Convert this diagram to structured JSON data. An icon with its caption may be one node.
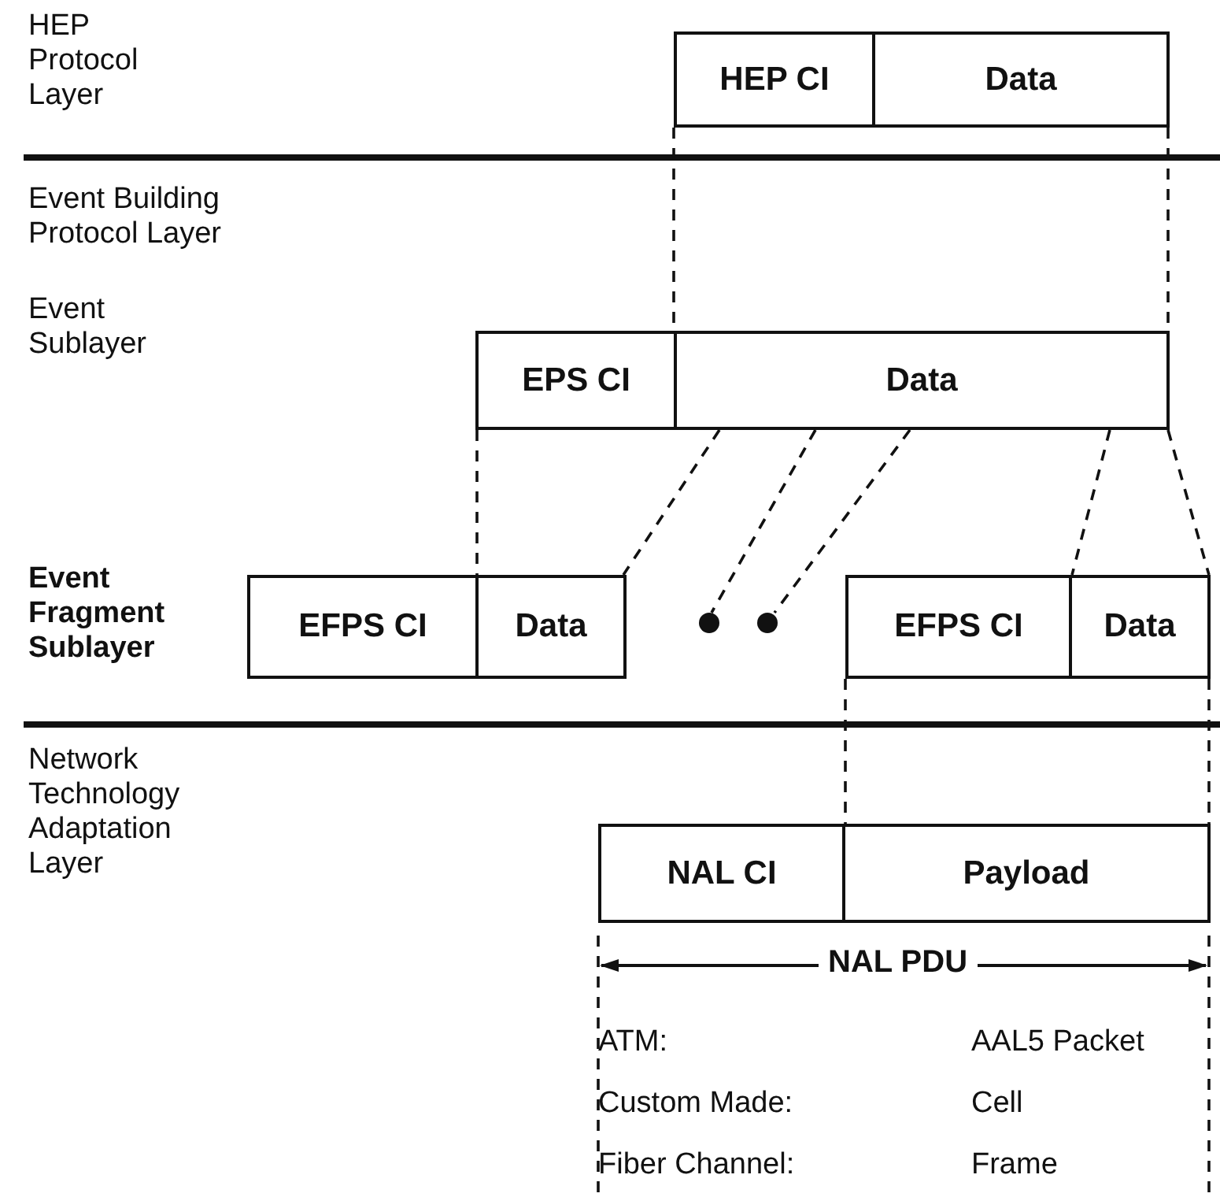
{
  "diagram": {
    "nodes": [
      {
        "text": [
          "HEP CI"
        ]
      },
      {
        "text": [
          "Data"
        ]
      },
      {
        "text": [
          "EPS CI"
        ]
      },
      {
        "text": [
          "Data"
        ]
      },
      {
        "text": [
          "EFPS CI"
        ]
      },
      {
        "text": [
          "Data"
        ]
      },
      {
        "text": [],
        "shape": "circle"
      },
      {
        "text": [],
        "shape": "circle"
      },
      {
        "text": [
          "EFPS CI"
        ]
      },
      {
        "text": [
          "Data"
        ]
      },
      {
        "text": [
          "NAL CI"
        ]
      },
      {
        "text": [
          "Payload"
        ]
      }
    ],
    "edges": [
      {
        "from": 0,
        "to": 3,
        "arrow": "none",
        "style": "dashed"
      },
      {
        "from": 1,
        "to": 3,
        "arrow": "none",
        "style": "dashed"
      },
      {
        "from": 2,
        "to": 5,
        "arrow": "none",
        "style": "dashed"
      },
      {
        "from": 3,
        "to": 5,
        "arrow": "none",
        "style": "dashed"
      },
      {
        "from": 3,
        "to": 6,
        "arrow": "none",
        "style": "dashed"
      },
      {
        "from": 3,
        "to": 7,
        "arrow": "none",
        "style": "dashed"
      },
      {
        "from": 3,
        "to": 9,
        "arrow": "none",
        "style": "dashed"
      },
      {
        "from": 3,
        "to": 9,
        "arrow": "none",
        "style": "dashed"
      },
      {
        "from": 8,
        "to": 11,
        "arrow": "none",
        "style": "dashed"
      },
      {
        "from": 9,
        "to": 11,
        "arrow": "none",
        "style": "dashed"
      }
    ],
    "labels": [
      "HEP Protocol Layer",
      "Event Building Protocol Layer",
      "Event Sublayer",
      "Event Fragment Sublayer",
      "Network Technology Adaptation Layer",
      "NAL PDU",
      "ATM:",
      "AAL5 Packet",
      "Custom Made:",
      "Cell",
      "Fiber Channel:",
      "Frame"
    ]
  }
}
